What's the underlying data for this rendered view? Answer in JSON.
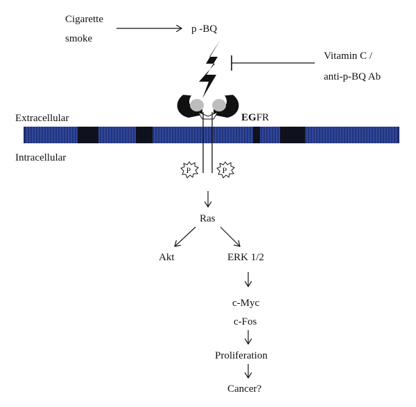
{
  "labels": {
    "cigarette": "Cigarette",
    "smoke": "smoke",
    "pbq": "p -BQ",
    "vitamin_c": "Vitamin C /",
    "anti_pbq": "anti-p-BQ Ab",
    "extracellular": "Extracellular",
    "intracellular": "Intracellular",
    "egfr_bold": "EG",
    "egfr_rest": "FR",
    "p": "P",
    "ras": "Ras",
    "akt": "Akt",
    "erk": "ERK 1/2",
    "cmyc": "c-Myc",
    "cfos": "c-Fos",
    "proliferation": "Proliferation",
    "cancer": "Cancer?"
  },
  "colors": {
    "membrane": "#2a3f8f",
    "membrane_dark": "#0b0b0b",
    "ligand": "#111111",
    "receptor_inner": "#bdbdbd"
  }
}
